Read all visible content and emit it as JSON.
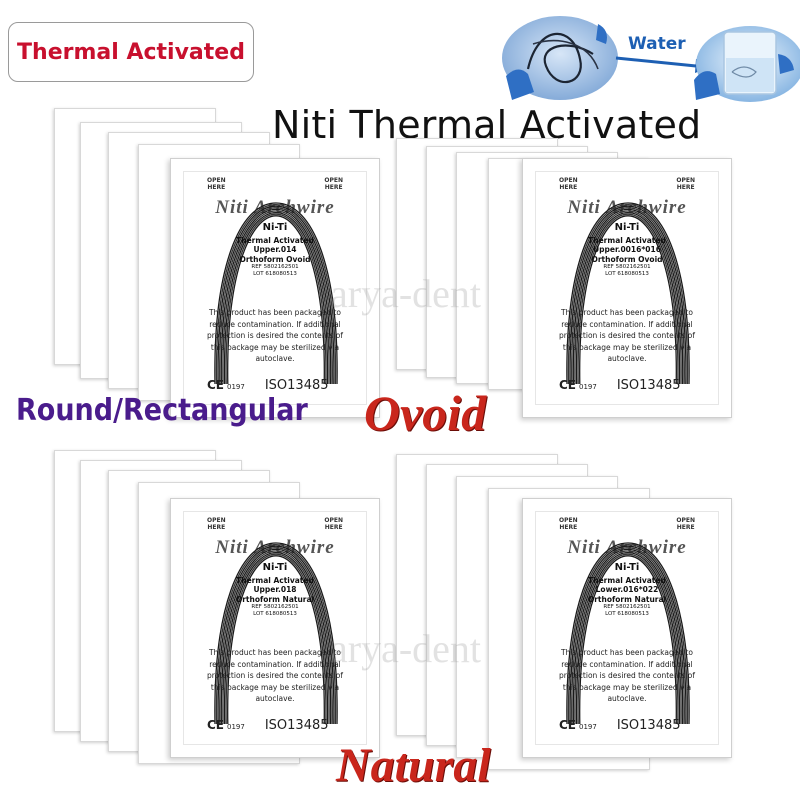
{
  "badge": {
    "label": "Thermal Activated"
  },
  "water_label": "Water",
  "title": "Niti Thermal Activated",
  "shape_label": "Round/Rectangular",
  "watermark": "arya-dent",
  "variants": {
    "ovoid": "Ovoid",
    "natural": "Natural"
  },
  "packages": [
    {
      "open_left": "OPEN\nHERE",
      "open_right": "OPEN\nHERE",
      "brand": "Niti Archwire",
      "material": "Ni-Ti",
      "line1": "Thermal Activated",
      "line2": "Upper.014",
      "line3": "Orthoform Ovoid",
      "ref": "REF 5802162501",
      "lot": "LOT 618080513",
      "desc": "This product has been packaged to reduce contamination. If additional protection is desired the contents of this package may be sterilized via autoclave.",
      "ce": "CE",
      "ce_code": "0197",
      "iso": "ISO13485"
    },
    {
      "open_left": "OPEN\nHERE",
      "open_right": "OPEN\nHERE",
      "brand": "Niti Archwire",
      "material": "Ni-Ti",
      "line1": "Thermal Activated",
      "line2": "Upper.0016*016",
      "line3": "Orthoform Ovoid",
      "ref": "REF 5802162501",
      "lot": "LOT 618080513",
      "desc": "This product has been packaged to reduce contamination. If additional protection is desired the contents of this package may be sterilized via autoclave.",
      "ce": "CE",
      "ce_code": "0197",
      "iso": "ISO13485"
    },
    {
      "open_left": "OPEN\nHERE",
      "open_right": "OPEN\nHERE",
      "brand": "Niti Archwire",
      "material": "Ni-Ti",
      "line1": "Thermal Activated",
      "line2": "Upper.018",
      "line3": "Orthoform Natural",
      "ref": "REF 5802162501",
      "lot": "LOT 618080513",
      "desc": "This product has been packaged to reduce contamination. If additional protection is desired the contents of this package may be sterilized via autoclave.",
      "ce": "CE",
      "ce_code": "0197",
      "iso": "ISO13485"
    },
    {
      "open_left": "OPEN\nHERE",
      "open_right": "OPEN\nHERE",
      "brand": "Niti Archwire",
      "material": "Ni-Ti",
      "line1": "Thermal Activated",
      "line2": "Lower.016*022",
      "line3": "Orthoform Natural",
      "ref": "REF 5802162501",
      "lot": "LOT 618080513",
      "desc": "This product has been packaged to reduce contamination. If additional protection is desired the contents of this package may be sterilized via autoclave.",
      "ce": "CE",
      "ce_code": "0197",
      "iso": "ISO13485"
    }
  ]
}
